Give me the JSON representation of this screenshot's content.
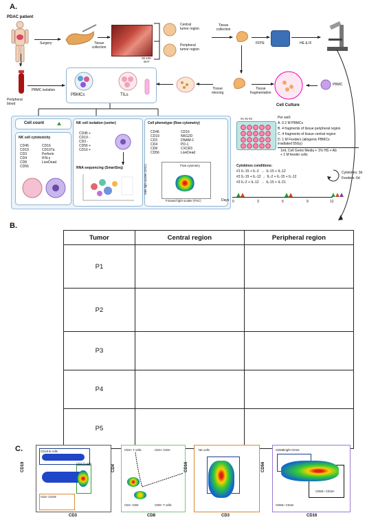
{
  "panelA": {
    "label": "A.",
    "patient": "PDAC patient",
    "surgery": "Surgery",
    "tissue_collection_1": "Tissue\ncollection",
    "central_region": "Central\ntumor region",
    "peripheral_region": "Peripheral\ntumor region",
    "size": "90-100\nmm³",
    "tissue_collection_2": "Tissue\ncollection",
    "ffpe": "FFPE",
    "he_if": "HE & IF",
    "peripheral_blood": "Peripheral\nblood",
    "pbmc_isolation": "PBMC isolation",
    "pbmcs": "PBMCs",
    "tils": "TILs",
    "tissue_mincing": "Tissue\nmincing",
    "tissue_fragmentation": "Tissue\nfragmentation",
    "pbmc": "PBMC",
    "cell_culture": "Cell Culture",
    "cell_count": "Cell count",
    "nk_cytotoxicity": "NK cell cytotoxicity",
    "nk_markers_col1": [
      "CD45",
      "CD19",
      "CD3",
      "CD4",
      "CD8",
      "CD56"
    ],
    "nk_markers_col2": [
      "CD16",
      "CD107a",
      "Perforin",
      "IFN-γ",
      "LiveDead"
    ],
    "nk_isolation": "NK cell isolation (sorter)",
    "sorter_markers": [
      "CD45 +",
      "CD19 -",
      "CD3 -",
      "CD56 +",
      "CD16 +"
    ],
    "rna_seq": "RNA sequencing (SmartSeq)",
    "phenotype": "Cell phenotype (flow cytometry)",
    "pheno_col1": [
      "CD45",
      "CD19",
      "CD3",
      "CD4",
      "CD8",
      "CD56"
    ],
    "pheno_col2": [
      "CD16",
      "NKG2D",
      "DNAM-1",
      "PD-1",
      "CXCR3",
      "LiveDead"
    ],
    "flow_cytometry": "Flow cytometry",
    "fsc": "Forward light scatter (FSC)",
    "ssc": "Side light scatter (SSC)",
    "wells": "#1  #2 #3",
    "per_well": "Per well:",
    "well_a": "A. 0.2 M PBMCs",
    "well_b": "B. 4 fragments of tissue peripheral region",
    "well_c": "C. 4 fragments of tissue central region",
    "well_d": "D. 1 M Feeders (allogenic PBMCs\nirradiated 55Gy)",
    "media": "1mL Cell Genix Media + 1% HS + Ab\n+ 1 M feeder cells",
    "cytokines_title": "Cytokines conditions:",
    "cond1": "#1 IL-15 + IL-2  →  IL-15 + IL-12",
    "cond2": "#2 IL-15 + IL-12 →  IL-2 + IL-15 + IL-12",
    "cond3": "#3 IL-2 + IL-12  →  IL-15 + IL-21",
    "cytokines_period": "Cytokines: 3d",
    "feeders_period": "Feeders: 6d",
    "days_label": "Days",
    "days": [
      "0",
      "3",
      "6",
      "9",
      "12"
    ]
  },
  "panelB": {
    "label": "B.",
    "headers": [
      "Tumor",
      "Central region",
      "Peripheral region"
    ],
    "rows": [
      "P1",
      "P2",
      "P3",
      "P4",
      "P5"
    ]
  },
  "panelC": {
    "label": "C.",
    "plot1": {
      "ylabel": "CD19",
      "xlabel": "CD3",
      "gate1": "CD19 B cells",
      "gate2": "CD3 T cells",
      "gate3": "CD3- CD19-"
    },
    "plot2": {
      "ylabel": "CD4",
      "xlabel": "CD8",
      "gate1": "CD4+ T cells",
      "gate2": "CD4+ CD8+",
      "gate3": "CD4- CD8-",
      "gate4": "CD8+ T cells"
    },
    "plot3": {
      "ylabel": "CD16",
      "xlabel": "CD3",
      "gate1": "NK cells"
    },
    "plot4": {
      "ylabel": "CD56",
      "xlabel": "CD16",
      "gate1": "CD56bright CD16-",
      "gate2": "CD56+ CD16+",
      "gate3": "CD56+ CD16-"
    }
  },
  "colors": {
    "accent": "#2e9b3c",
    "box_border": "#8fb3d0",
    "he_pink": "#e7b8cf",
    "he_dark": "#c47aa6"
  }
}
